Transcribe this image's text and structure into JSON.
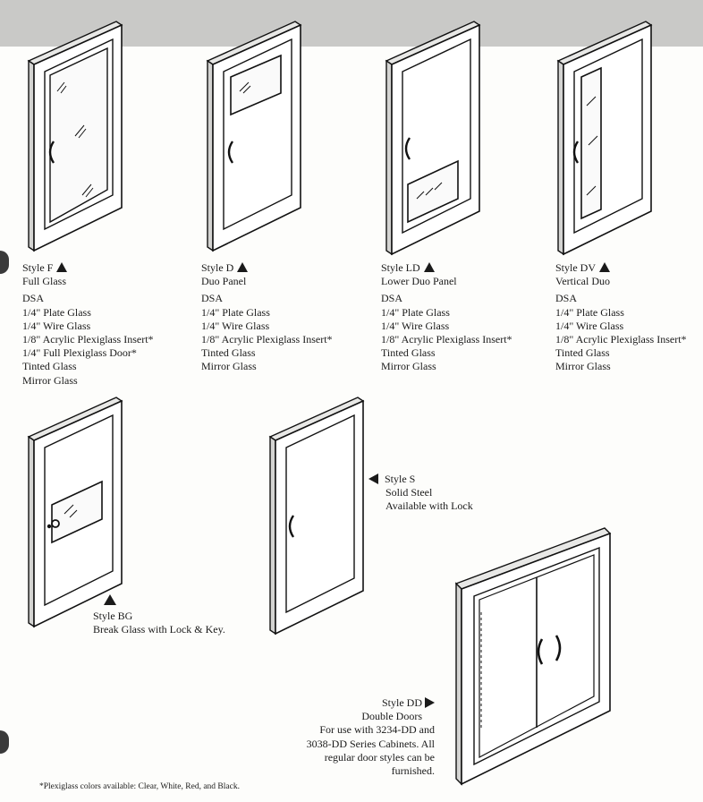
{
  "doors": [
    {
      "id": "F",
      "style_label": "Style F",
      "name": "Full Glass",
      "options": [
        "DSA",
        "1/4\" Plate Glass",
        "1/4\" Wire Glass",
        "1/8\" Acrylic Plexiglass Insert*",
        "1/4\" Full Plexiglass Door*",
        "Tinted Glass",
        "Mirror Glass"
      ]
    },
    {
      "id": "D",
      "style_label": "Style D",
      "name": "Duo Panel",
      "options": [
        "DSA",
        "1/4\" Plate Glass",
        "1/4\" Wire Glass",
        "1/8\" Acrylic Plexiglass Insert*",
        "Tinted Glass",
        "Mirror Glass"
      ]
    },
    {
      "id": "LD",
      "style_label": "Style LD",
      "name": "Lower Duo Panel",
      "options": [
        "DSA",
        "1/4\" Plate Glass",
        "1/4\" Wire Glass",
        "1/8\" Acrylic Plexiglass Insert*",
        "Tinted Glass",
        "Mirror Glass"
      ]
    },
    {
      "id": "DV",
      "style_label": "Style DV",
      "name": "Vertical Duo",
      "options": [
        "DSA",
        "1/4\" Plate Glass",
        "1/4\" Wire Glass",
        "1/8\" Acrylic Plexiglass Insert*",
        "Tinted Glass",
        "Mirror Glass"
      ]
    },
    {
      "id": "BG",
      "style_label": "Style BG",
      "name": "Break Glass with Lock & Key."
    },
    {
      "id": "S",
      "style_label": "Style S",
      "name": "Solid Steel",
      "extra": "Available with Lock"
    },
    {
      "id": "DD",
      "style_label": "Style DD",
      "name": "Double Doors",
      "description": [
        "For use with 3234-DD and",
        "3038-DD Series Cabinets. All",
        "regular door styles can be",
        "furnished."
      ]
    }
  ],
  "footnote": "*Plexiglass colors available: Clear, White, Red, and Black.",
  "colors": {
    "ink": "#1a1a1a",
    "header_band": "#c9c9c7",
    "paper": "#fdfdfb"
  }
}
